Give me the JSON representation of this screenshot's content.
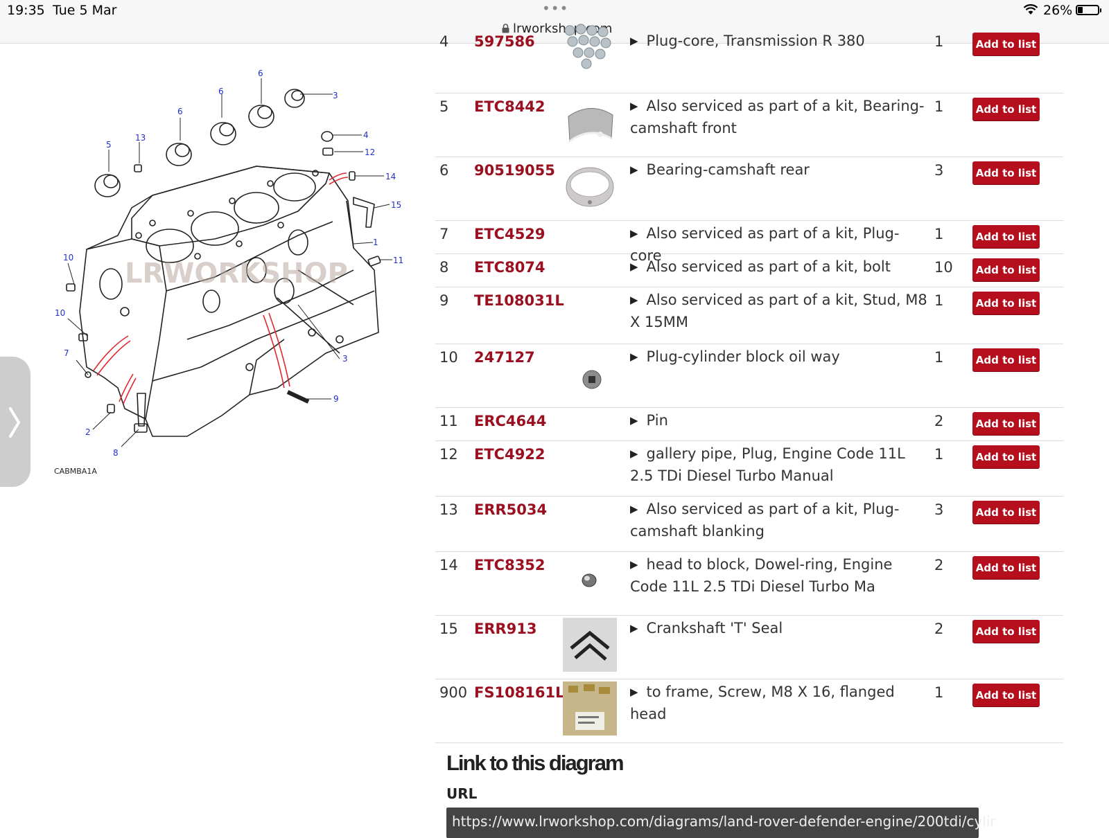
{
  "status_bar": {
    "time": "19:35",
    "date": "Tue 5 Mar",
    "dots": "•••",
    "url": "lrworkshop.com",
    "battery": "26%",
    "battery_level": 0.26
  },
  "diagram": {
    "watermark": "LRWORKSHOP",
    "code": "CABMBA1A",
    "callouts": [
      "1",
      "2",
      "3",
      "3",
      "4",
      "5",
      "6",
      "6",
      "6",
      "7",
      "8",
      "9",
      "10",
      "10",
      "11",
      "12",
      "13",
      "14",
      "15"
    ]
  },
  "parts": [
    {
      "no": "4",
      "pn": "597586",
      "image": "plug-core-icon",
      "desc": "Plug-core, Transmission R 380",
      "qty": "1",
      "btn": "Add to list"
    },
    {
      "no": "5",
      "pn": "ETC8442",
      "image": "bearing-icon",
      "desc": "Also serviced as part of a kit, Bearing-camshaft front",
      "qty": "1",
      "btn": "Add to list"
    },
    {
      "no": "6",
      "pn": "90519055",
      "image": "bearing-rear-icon",
      "desc": "Bearing-camshaft rear",
      "qty": "3",
      "btn": "Add to list"
    },
    {
      "no": "7",
      "pn": "ETC4529",
      "image": "",
      "desc": "Also serviced as part of a kit, Plug-core",
      "qty": "1",
      "btn": "Add to list"
    },
    {
      "no": "8",
      "pn": "ETC8074",
      "image": "",
      "desc": "Also serviced as part of a kit, bolt",
      "qty": "10",
      "btn": "Add to list"
    },
    {
      "no": "9",
      "pn": "TE108031L",
      "image": "",
      "desc": "Also serviced as part of a kit, Stud, M8 X 15MM",
      "qty": "1",
      "btn": "Add to list"
    },
    {
      "no": "10",
      "pn": "247127",
      "image": "oil-plug-icon",
      "desc": "Plug-cylinder block oil way",
      "qty": "1",
      "btn": "Add to list"
    },
    {
      "no": "11",
      "pn": "ERC4644",
      "image": "",
      "desc": "Pin",
      "qty": "2",
      "btn": "Add to list"
    },
    {
      "no": "12",
      "pn": "ETC4922",
      "image": "",
      "desc": "gallery pipe, Plug, Engine Code 11L 2.5 TDi Diesel Turbo Manual",
      "qty": "1",
      "btn": "Add to list"
    },
    {
      "no": "13",
      "pn": "ERR5034",
      "image": "",
      "desc": "Also serviced as part of a kit, Plug-camshaft blanking",
      "qty": "3",
      "btn": "Add to list"
    },
    {
      "no": "14",
      "pn": "ETC8352",
      "image": "dowel-ring-icon",
      "desc": "head to block, Dowel-ring, Engine Code 11L 2.5 TDi Diesel Turbo Ma",
      "qty": "2",
      "btn": "Add to list"
    },
    {
      "no": "15",
      "pn": "ERR913",
      "image": "t-seal-icon",
      "desc": "Crankshaft 'T' Seal",
      "qty": "2",
      "btn": "Add to list"
    },
    {
      "no": "900",
      "pn": "FS108161L",
      "image": "screw-bag-icon",
      "desc": "to frame, Screw, M8 X 16, flanged head",
      "qty": "1",
      "btn": "Add to list"
    }
  ],
  "link_section": {
    "title": "Link to this diagram",
    "url_label": "URL",
    "url": "https://www.lrworkshop.com/diagrams/land-rover-defender-engine/200tdi/cylir"
  }
}
